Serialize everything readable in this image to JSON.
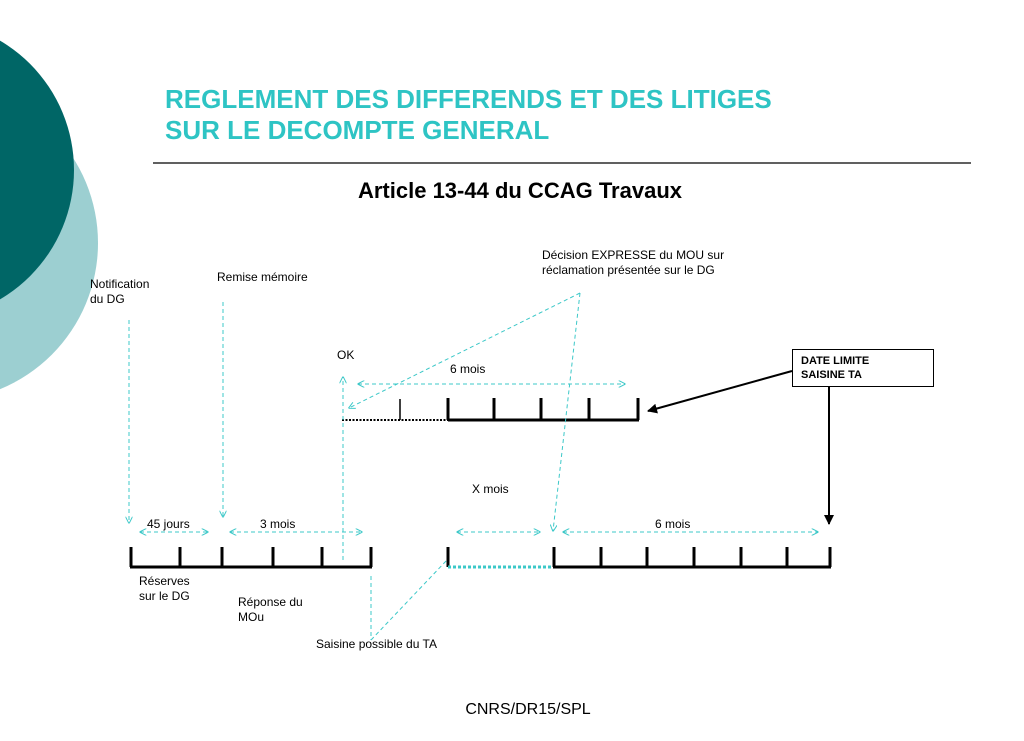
{
  "slide": {
    "title_line1": "REGLEMENT DES DIFFERENDS ET DES LITIGES",
    "title_line2": "SUR LE DECOMPTE GENERAL",
    "subtitle": "Article 13-44 du CCAG Travaux",
    "footer": "CNRS/DR15/SPL"
  },
  "colors": {
    "title": "#2ec4c4",
    "accent_dashed": "#3cc8c8",
    "deco_dark": "#006666",
    "deco_light": "#9ccfd1"
  },
  "labels": {
    "notification_line1": "Notification",
    "notification_line2": "du DG",
    "remise_memoire": "Remise mémoire",
    "decision_line1": "Décision EXPRESSE du MOU sur",
    "decision_line2": "réclamation présentée sur le DG",
    "ok": "OK",
    "six_mois_top": "6 mois",
    "date_limite_line1": "DATE LIMITE",
    "date_limite_line2": "SAISINE TA",
    "x_mois": "X mois",
    "quarante_cinq_jours": "45 jours",
    "trois_mois": "3 mois",
    "six_mois_bottom": "6 mois",
    "reserves_line1": "Réserves",
    "reserves_line2": "sur le DG",
    "reponse_line1": "Réponse du",
    "reponse_line2": "MOu",
    "saisine_possible": "Saisine possible du TA"
  }
}
